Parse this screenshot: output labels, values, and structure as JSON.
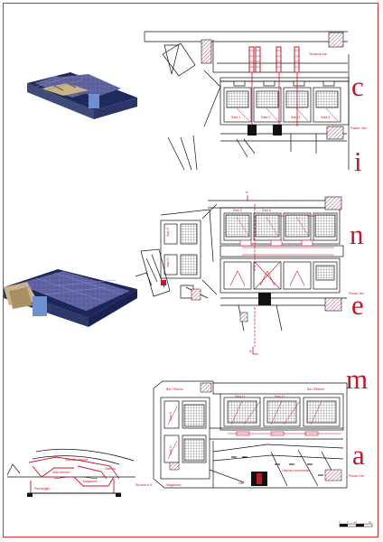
{
  "title_letters": [
    "c",
    "i",
    "n",
    "e",
    "m",
    "a"
  ],
  "colors": {
    "accent": "#c4162a",
    "frame": "#e23030",
    "line": "#111111",
    "roof": "#5b5f9e",
    "wall": "#cbb48a"
  },
  "plan1": {
    "rooms": [
      "Sala 1",
      "Sala 2",
      "Sala 3",
      "Sala 4"
    ],
    "terrace": "Terrazza bar",
    "level": "Pianta +8m"
  },
  "plan2": {
    "rooms": [
      "Sala 5",
      "Sala 6",
      "Sala 7",
      "Sala 8"
    ],
    "side_rooms": [
      "Sala 9",
      "Sala 10"
    ],
    "section_marks": [
      "A",
      "A"
    ],
    "level": "Pianta +4m"
  },
  "plan3": {
    "top_labels": [
      "Bar / Ristoro",
      "Sala 11",
      "Sala 12",
      "Bar / Ristoro"
    ],
    "rooms": [
      "Sala 9",
      "Sala 10"
    ],
    "lower_labels": [
      "Magazzino",
      "Hall",
      "Galleria commerciale"
    ],
    "level": "Pianta +0m"
  },
  "section": {
    "labels": [
      "Parcheggio",
      "Ingresso cinema",
      "Sala cinema",
      "Galleria",
      "Magazzini"
    ],
    "caption": "Sezione A-A"
  },
  "scale_bar": {
    "labels": [
      "0",
      "5",
      "10",
      "20"
    ]
  }
}
